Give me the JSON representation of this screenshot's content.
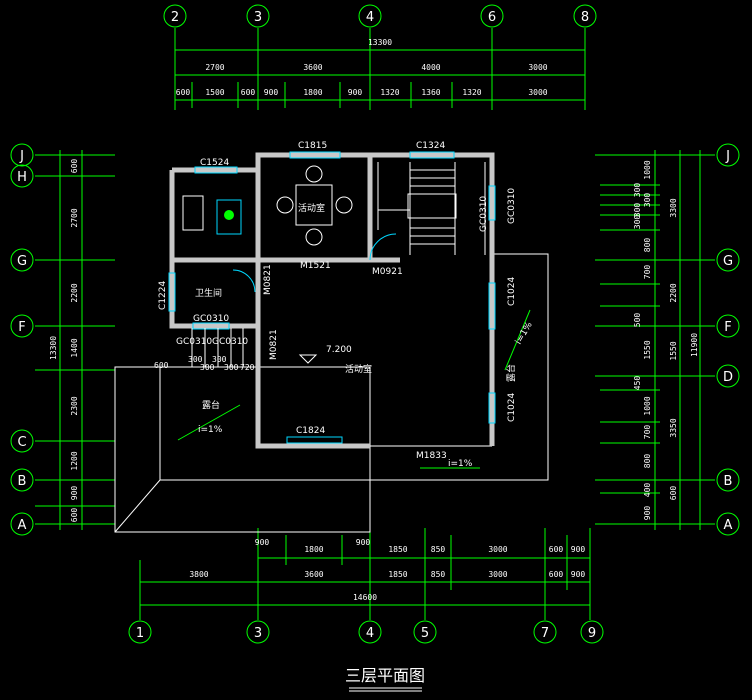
{
  "title": "三层平面图",
  "colors": {
    "background": "#000000",
    "dimension_lines": "#00ff00",
    "walls": "#c8c8c8",
    "windows": "#00d8ff",
    "text": "#ffffff"
  },
  "axes": {
    "top": [
      "2",
      "3",
      "4",
      "6",
      "8"
    ],
    "bottom": [
      "1",
      "3",
      "4",
      "5",
      "7",
      "9"
    ],
    "left": [
      "J",
      "H",
      "G",
      "F",
      "C",
      "B",
      "A"
    ],
    "right": [
      "J",
      "G",
      "F",
      "D",
      "B",
      "A"
    ]
  },
  "dims": {
    "top_total": "13300",
    "top_row1": [
      "2700",
      "3600",
      "4000",
      "3000"
    ],
    "top_row2": [
      "600",
      "1500",
      "600",
      "900",
      "1800",
      "900",
      "1320",
      "1360",
      "1320",
      "3000"
    ],
    "bottom_row1": [
      "900",
      "1800",
      "900",
      "1850",
      "850",
      "3000",
      "600",
      "900"
    ],
    "bottom_row2": [
      "3800",
      "3600",
      "1850",
      "850",
      "3000",
      "600",
      "900"
    ],
    "bottom_total": "14600",
    "left_inner": [
      "600",
      "2700",
      "2200",
      "1400",
      "2300",
      "1200",
      "900",
      "600"
    ],
    "left_total": "13300",
    "right_inner": [
      "1000",
      "300",
      "300",
      "300",
      "300",
      "800",
      "700",
      "500",
      "1550",
      "450",
      "1000",
      "700",
      "800",
      "400",
      "900"
    ],
    "right_mid": [
      "3300",
      "2200",
      "1550",
      "3350",
      "600"
    ],
    "right_total": "11900"
  },
  "labels": {
    "windows": [
      "C1524",
      "C1815",
      "C1324",
      "C1224",
      "GC0310",
      "GC0310",
      "GC0310",
      "GC0310",
      "GC0310",
      "C1024",
      "C1024",
      "C1824"
    ],
    "doors": [
      "M1521",
      "M0921",
      "M0821",
      "M0821",
      "M1833"
    ],
    "rooms": [
      "活动室",
      "卫生间",
      "活动室",
      "露台",
      "露台"
    ],
    "elevation": "7.200",
    "slopes": [
      "i=1%",
      "i=1%",
      "i=1%"
    ],
    "stair_small": [
      "300",
      "300",
      "300",
      "300",
      "720"
    ],
    "misc": [
      "600"
    ]
  }
}
